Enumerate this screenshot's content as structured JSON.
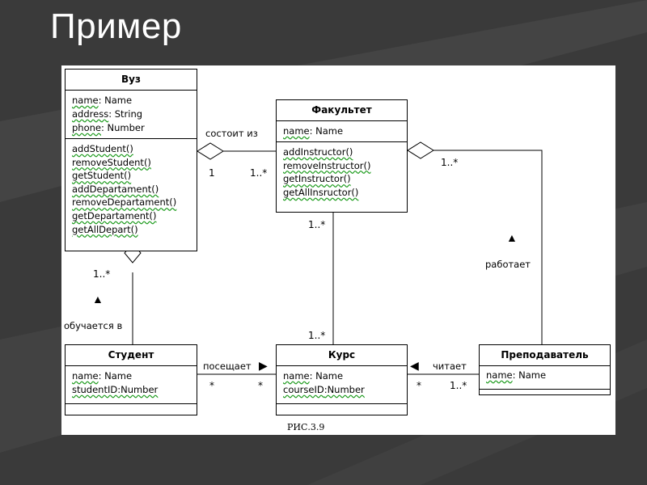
{
  "slide": {
    "title": "Пример"
  },
  "classes": {
    "vuz": {
      "name": "Вуз",
      "attributes": [
        {
          "name": "name",
          "type": ": Name"
        },
        {
          "name": "address",
          "type": ": String"
        },
        {
          "name": "phone",
          "type": ": Number"
        }
      ],
      "operations": [
        "addStudent()",
        "removeStudent()",
        "getStudent()",
        "addDepartament()",
        "removeDepartament()",
        "getDepartament()",
        "getAllDepart()"
      ]
    },
    "fakultet": {
      "name": "Факультет",
      "attributes": [
        {
          "name": "name",
          "type": ": Name"
        }
      ],
      "operations": [
        "addInstructor()",
        "removeInstructor()",
        "getInstructor()",
        "getAllInsructor()"
      ]
    },
    "student": {
      "name": "Студент",
      "attributes": [
        {
          "name": "name",
          "type": ": Name"
        },
        {
          "name": "studentID",
          "type": ":Number"
        }
      ]
    },
    "kurs": {
      "name": "Курс",
      "attributes": [
        {
          "name": "name",
          "type": ": Name"
        },
        {
          "name": "courseID",
          "type": ":Number"
        }
      ]
    },
    "prepodavatel": {
      "name": "Преподаватель",
      "attributes": [
        {
          "name": "name",
          "type": ": Name"
        }
      ]
    }
  },
  "associations": {
    "vuz_fakultet": {
      "label": "состоит из",
      "mult_a": "1",
      "mult_b": "1..*"
    },
    "fakultet_kurs": {
      "mult_b": "1..*",
      "mult_a": "1..*"
    },
    "fakultet_prepodavatel": {
      "label": "работает",
      "mult_a": "1..*"
    },
    "vuz_student": {
      "label": "обучается в",
      "mult_a": "1..*"
    },
    "student_kurs": {
      "label": "посещает",
      "mult_a": "*",
      "mult_b": "*"
    },
    "prepodavatel_kurs": {
      "label": "читает",
      "mult_a": "*",
      "mult_b": "1..*"
    }
  },
  "caption": "РИС.3.9",
  "colors": {
    "slide_background": "#3a3a3a",
    "stripe": "#4a4a4a",
    "title_text": "#ffffff",
    "canvas": "#ffffff",
    "squiggle": "#1a9a1a"
  }
}
